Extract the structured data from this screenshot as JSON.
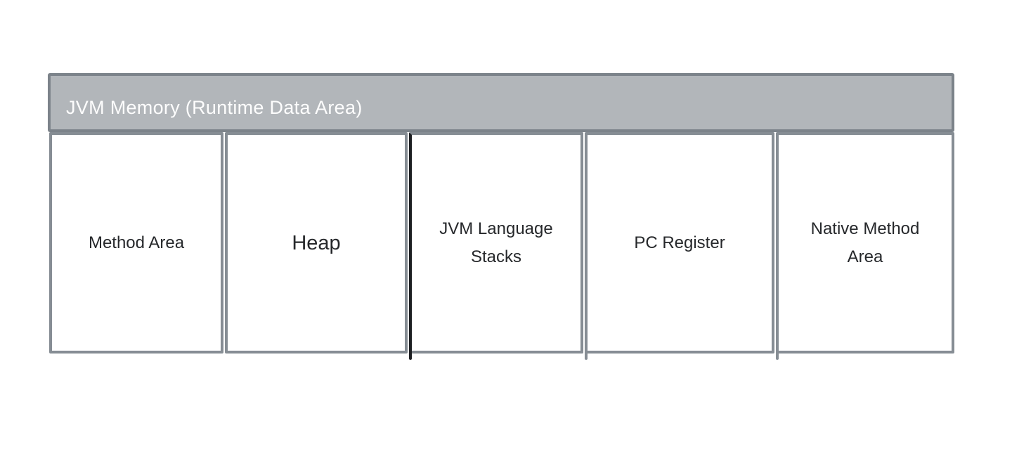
{
  "diagram": {
    "title": "JVM Memory (Runtime Data Area)",
    "colors": {
      "background": "#ffffff",
      "header_fill": "#b2b6ba",
      "header_border": "#7c838a",
      "box_border": "#868d94",
      "accent_border": "#1d1f22",
      "title_text": "#fdfdfd",
      "label_text": "#26282b"
    },
    "boxes": [
      {
        "label": "Method Area"
      },
      {
        "label": "Heap",
        "emphasis": true
      },
      {
        "label": "JVM Language Stacks",
        "left_border_black": true,
        "overshoot": true
      },
      {
        "label": "PC Register",
        "overshoot": true
      },
      {
        "label": "Native Method Area",
        "overshoot": true
      }
    ]
  }
}
